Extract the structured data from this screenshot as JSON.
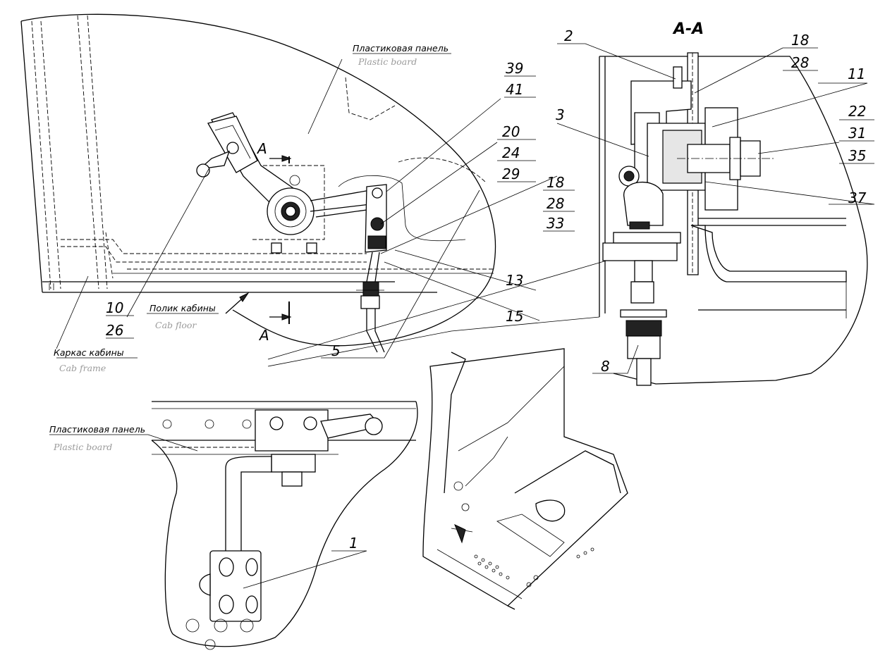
{
  "section": {
    "title": "А-А",
    "mark": "A"
  },
  "labels": {
    "plastic_board_top": {
      "ru": "Пластиковая панель",
      "en": "Plastic board"
    },
    "plastic_board_bottom": {
      "ru": "Пластиковая панель",
      "en": "Plastic board"
    },
    "cab_floor": {
      "ru": "Полик кабины",
      "en": "Cab floor"
    },
    "cab_frame": {
      "ru": "Каркас кабины",
      "en": "Cab frame"
    }
  },
  "callouts": {
    "c39": "39",
    "c41": "41",
    "c20": "20",
    "c24": "24",
    "c29": "29",
    "c18a": "18",
    "c28a": "28",
    "c33": "33",
    "c13": "13",
    "c15": "15",
    "c5": "5",
    "c10": "10",
    "c26": "26",
    "c1": "1",
    "c2": "2",
    "c3": "3",
    "c18b": "18",
    "c28b": "28",
    "c11": "11",
    "c22": "22",
    "c31": "31",
    "c35": "35",
    "c37": "37",
    "c8": "8"
  },
  "icons": {
    "pedal": "pedal-icon",
    "bolt": "bolt-icon",
    "cable": "cable-icon"
  }
}
